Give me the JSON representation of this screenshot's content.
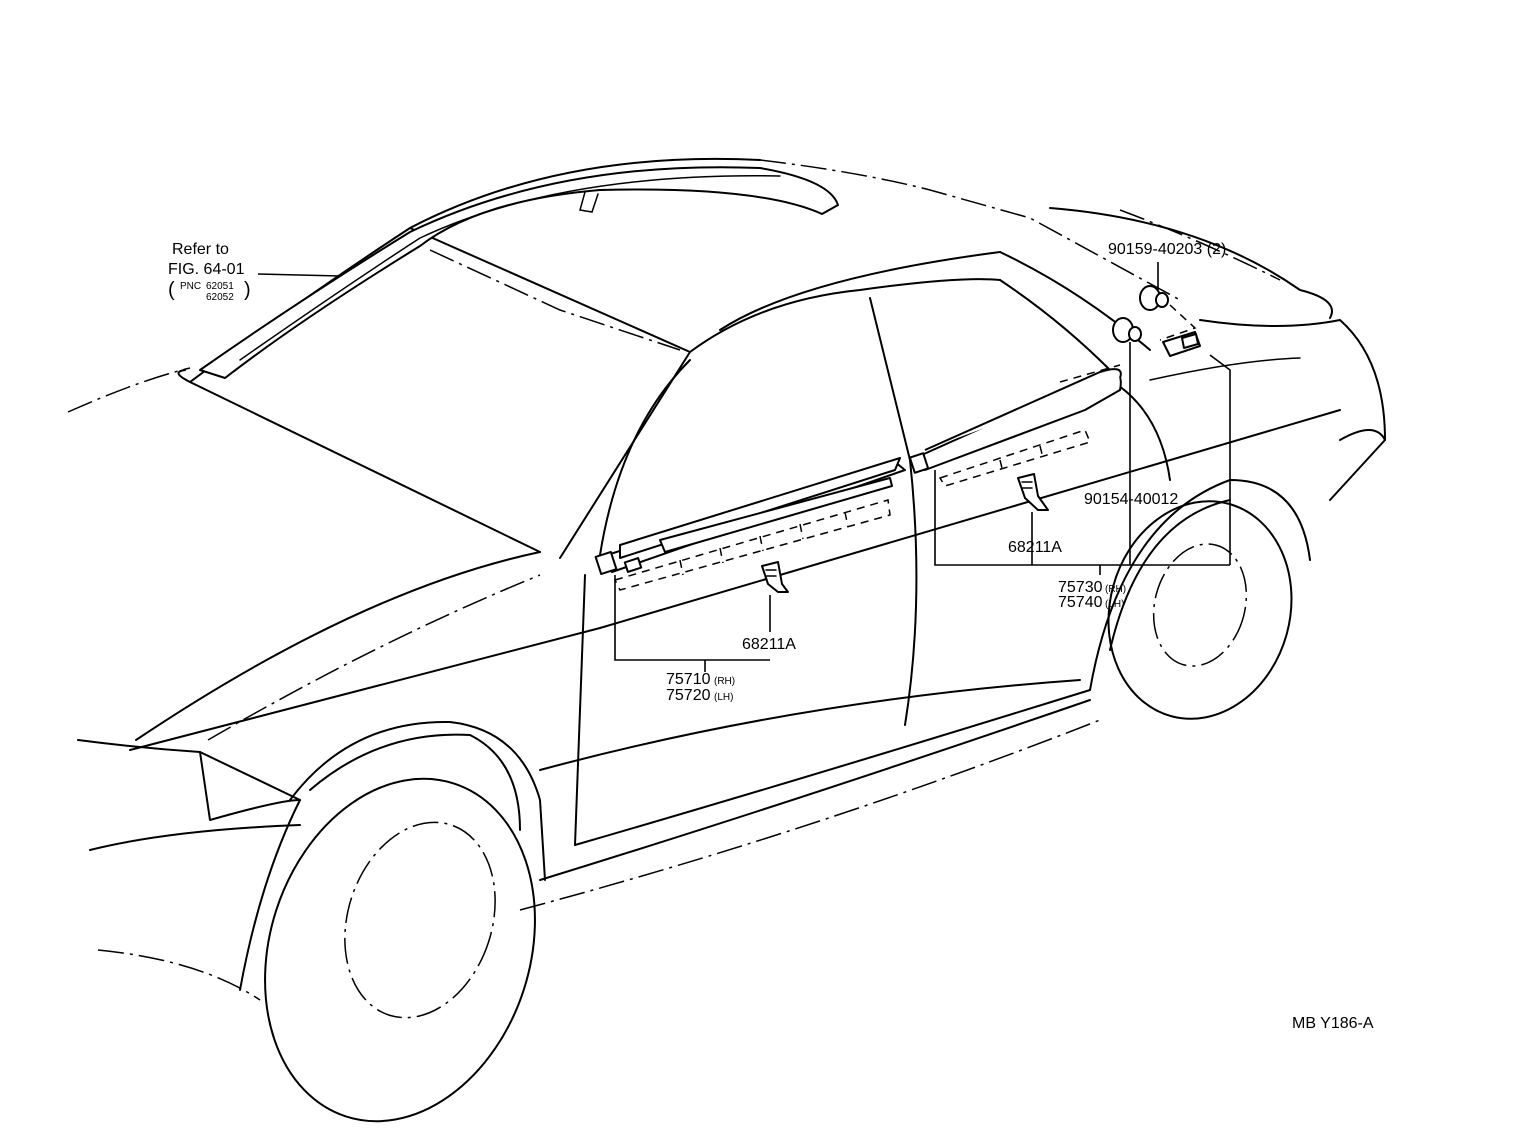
{
  "callouts": {
    "refer_line1": "Refer to",
    "refer_line2": "FIG. 64-01",
    "pnc_prefix": "PNC",
    "pnc_1": "62051",
    "pnc_2": "62052",
    "paren_open": "(",
    "paren_close": ")",
    "screw_upper": "90159-40203 (2)",
    "screw_lower": "90154-40012",
    "clip_rear": "68211A",
    "clip_front": "68211A",
    "rear_rh_num": "75730",
    "rear_rh_side": "(RH)",
    "rear_lh_num": "75740",
    "rear_lh_side": "(LH)",
    "front_rh_num": "75710",
    "front_rh_side": "(RH)",
    "front_lh_num": "75720",
    "front_lh_side": "(LH)"
  },
  "drawing_code": "MB Y186-A"
}
